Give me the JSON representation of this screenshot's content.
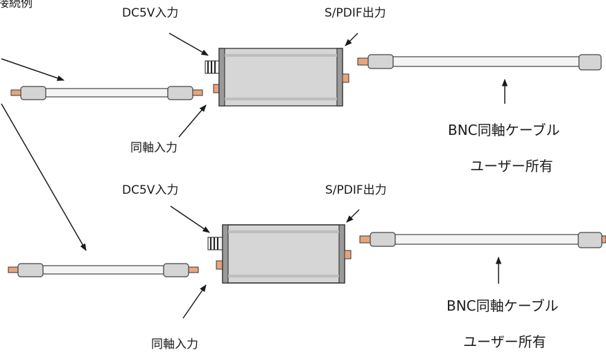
{
  "title_fragment": "接続例",
  "top": {
    "dc_label": "DC5V入力",
    "spdif_label": "S/PDIF出力",
    "coax_in_label": "同軸入力",
    "cable_label": "BNC同軸ケーブル",
    "owner_label": "ユーザー所有"
  },
  "bottom": {
    "dc_label": "DC5V入力",
    "spdif_label": "S/PDIF出力",
    "coax_in_label": "同軸入力",
    "cable_label": "BNC同軸ケーブル",
    "owner_label": "ユーザー所有"
  },
  "colors": {
    "line": "#1a1a1a",
    "box_fill": "#d9d9d9",
    "box_frame": "#666666",
    "cable_fill": "#f4f4f4",
    "plug_fill": "#d4d4d4",
    "pin_fill": "#e8a47c"
  }
}
